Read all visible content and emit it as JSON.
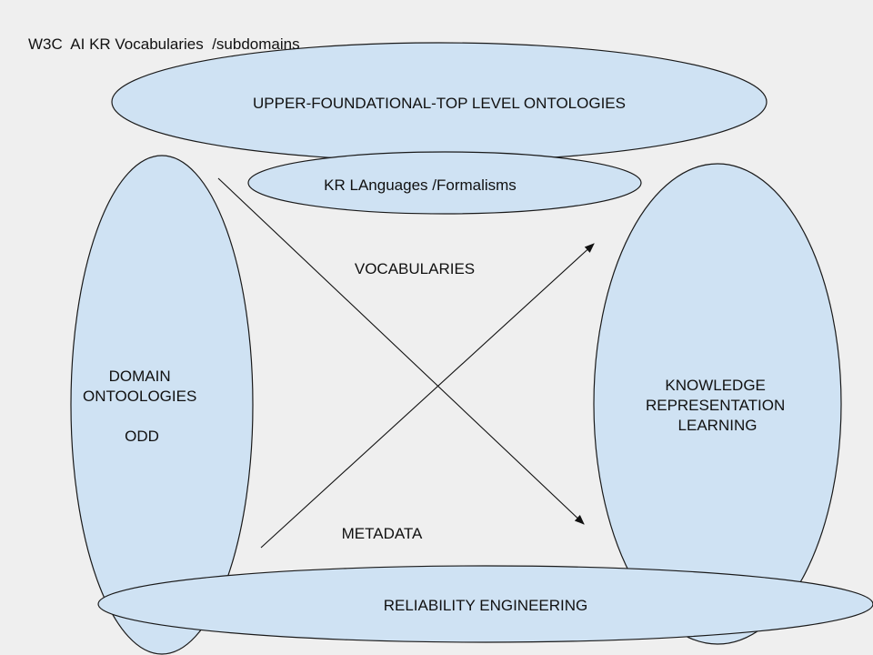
{
  "title": "W3C  AI KR Vocabularies  /subdomains",
  "colors": {
    "fill": "#cfe2f3",
    "stroke": "#1a1a1a",
    "background": "#efefef"
  },
  "shapes": {
    "upper": {
      "label": "UPPER-FOUNDATIONAL-TOP LEVEL ONTOLOGIES"
    },
    "kr_languages": {
      "label": "KR LAnguages /Formalisms"
    },
    "domain": {
      "lines": [
        "DOMAIN",
        "ONTOOLOGIES",
        "",
        "ODD"
      ]
    },
    "knowledge": {
      "lines": [
        "KNOWLEDGE",
        "REPRESENTATION",
        "LEARNING"
      ]
    },
    "reliability": {
      "label": "RELIABILITY ENGINEERING"
    }
  },
  "labels": {
    "vocabularies": "VOCABULARIES",
    "metadata": "METADATA"
  }
}
